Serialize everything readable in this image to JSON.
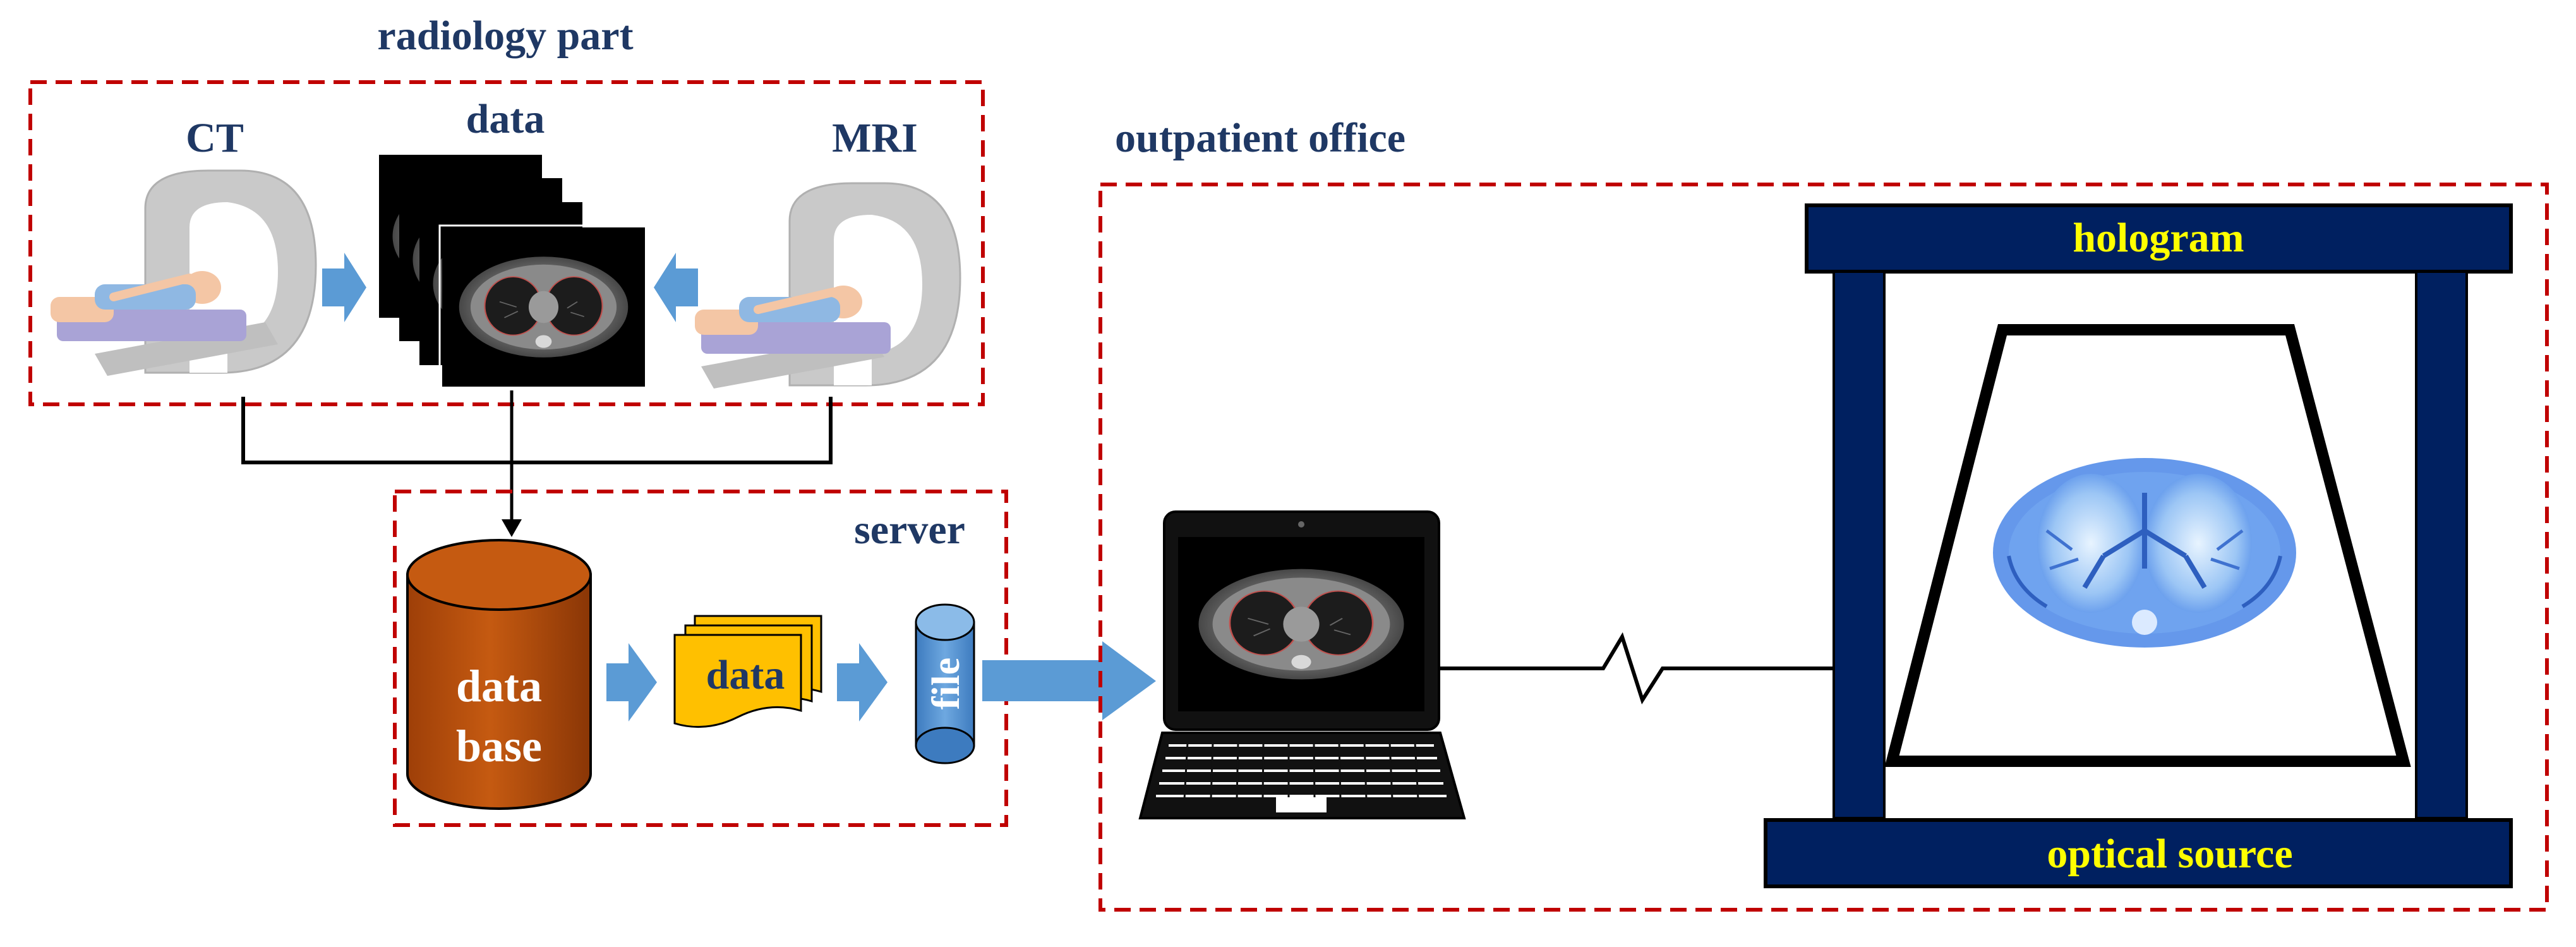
{
  "labels": {
    "radiology_part": "radiology part",
    "ct": "CT",
    "data_top": "data",
    "mri": "MRI",
    "server": "server",
    "data_base_line1": "data",
    "data_base_line2": "base",
    "data_doc": "data",
    "file": "file",
    "outpatient_office": "outpatient office",
    "hologram": "hologram",
    "optical_source": "optical source"
  },
  "colors": {
    "label_navy": "#1f3864",
    "dashed_border": "#c00000",
    "arrow_blue": "#5b9bd5",
    "database_orange": "#c55a11",
    "document_yellow": "#ffc000",
    "frame_navy": "#002060",
    "frame_text_yellow": "#ffff00",
    "lung_blue": "#4a86e8"
  },
  "icons": [
    "ct-scanner-icon",
    "mri-scanner-icon",
    "ct-image-stack-icon",
    "database-icon",
    "document-stack-icon",
    "file-cylinder-icon",
    "laptop-icon",
    "lung-hologram-icon"
  ]
}
